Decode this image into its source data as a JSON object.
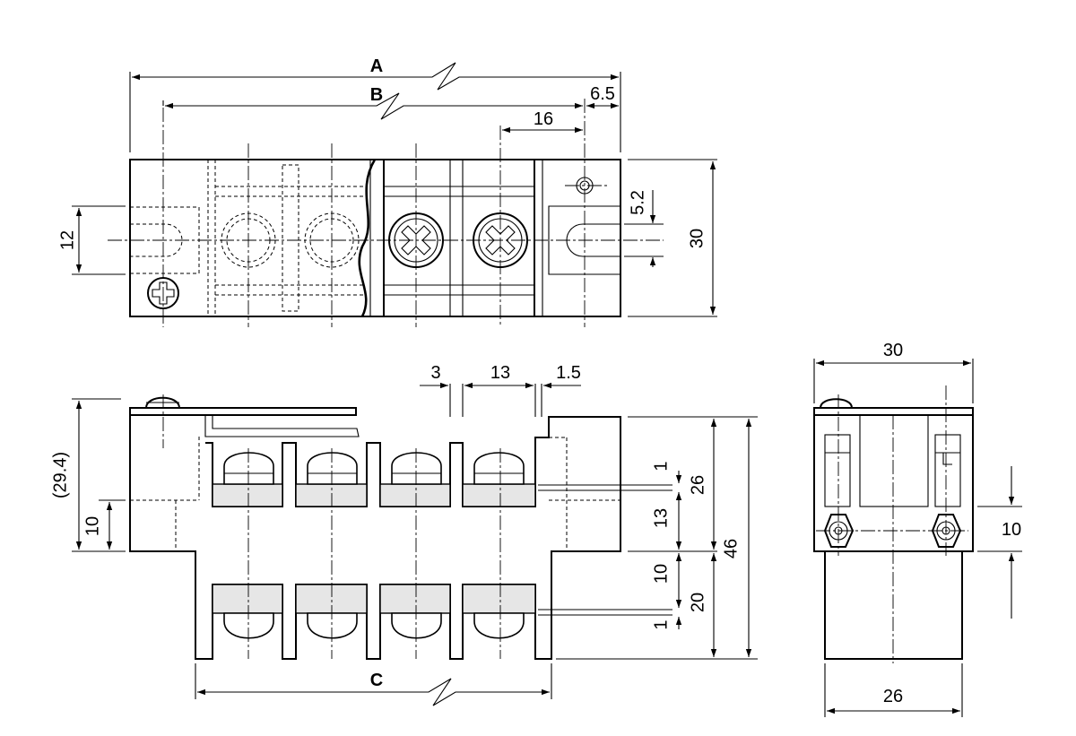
{
  "top_view": {
    "dim_A": "A",
    "dim_B": "B",
    "dim_6_5": "6.5",
    "dim_16": "16",
    "dim_12": "12",
    "dim_5_2": "5.2",
    "dim_30": "30"
  },
  "front_view": {
    "dim_3": "3",
    "dim_13_top": "13",
    "dim_1_5": "1.5",
    "dim_29_4": "(29.4)",
    "dim_10_left": "10",
    "dim_1_upper": "1",
    "dim_26": "26",
    "dim_13_right": "13",
    "dim_10_right": "10",
    "dim_20": "20",
    "dim_1_lower": "1",
    "dim_46": "46",
    "dim_C": "C"
  },
  "side_view": {
    "dim_30": "30",
    "dim_10": "10",
    "dim_26": "26"
  }
}
